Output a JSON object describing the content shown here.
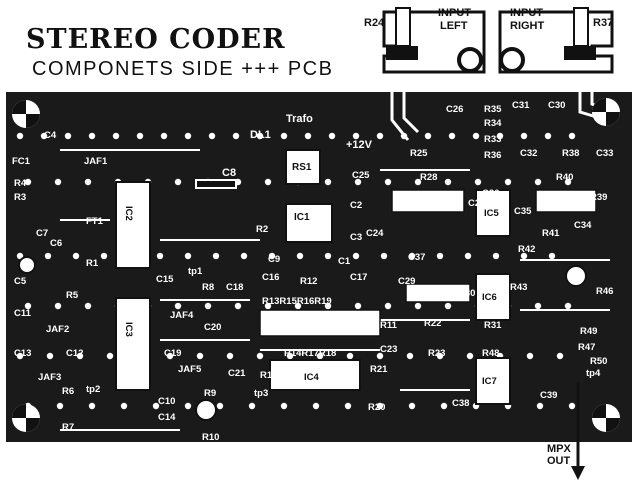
{
  "title": "STEREO CODER",
  "subtitle": "COMPONETS SIDE",
  "subtitle_marks": "+++",
  "subtitle_pcb": "PCB",
  "header": {
    "r24": "R24",
    "r37": "R37",
    "input_left": [
      "INPUT",
      "LEFT"
    ],
    "input_right": [
      "INPUT",
      "RIGHT"
    ]
  },
  "output": [
    "MPX",
    "OUT"
  ],
  "board_text": {
    "trafo": "Trafo",
    "dl1": "DL1",
    "rs1": "RS1",
    "v12": "+12V",
    "c8": "C8",
    "ic1": "IC1"
  },
  "components": [
    {
      "id": "c4",
      "text": "C4"
    },
    {
      "id": "fc1",
      "text": "FC1"
    },
    {
      "id": "jaf1",
      "text": "JAF1"
    },
    {
      "id": "r4",
      "text": "R4"
    },
    {
      "id": "r3",
      "text": "R3"
    },
    {
      "id": "ft1",
      "text": "FT1"
    },
    {
      "id": "c7",
      "text": "C7"
    },
    {
      "id": "c6",
      "text": "C6"
    },
    {
      "id": "r1",
      "text": "R1"
    },
    {
      "id": "c5",
      "text": "C5"
    },
    {
      "id": "r5",
      "text": "R5"
    },
    {
      "id": "c11",
      "text": "C11"
    },
    {
      "id": "jaf2",
      "text": "JAF2"
    },
    {
      "id": "c13",
      "text": "C13"
    },
    {
      "id": "c12",
      "text": "C12"
    },
    {
      "id": "jaf3",
      "text": "JAF3"
    },
    {
      "id": "r6",
      "text": "R6"
    },
    {
      "id": "tp2",
      "text": "tp2"
    },
    {
      "id": "r7",
      "text": "R7"
    },
    {
      "id": "c10",
      "text": "C10"
    },
    {
      "id": "c14",
      "text": "C14"
    },
    {
      "id": "ic2",
      "text": "IC2"
    },
    {
      "id": "ic3",
      "text": "IC3"
    },
    {
      "id": "tp1",
      "text": "tp1"
    },
    {
      "id": "c9",
      "text": "C9"
    },
    {
      "id": "r2",
      "text": "R2"
    },
    {
      "id": "c3",
      "text": "C3"
    },
    {
      "id": "c2",
      "text": "C2"
    },
    {
      "id": "c1",
      "text": "C1"
    },
    {
      "id": "c15",
      "text": "C15"
    },
    {
      "id": "r8",
      "text": "R8"
    },
    {
      "id": "c18",
      "text": "C18"
    },
    {
      "id": "jaf4",
      "text": "JAF4"
    },
    {
      "id": "c20",
      "text": "C20"
    },
    {
      "id": "c19",
      "text": "C19"
    },
    {
      "id": "jaf5",
      "text": "JAF5"
    },
    {
      "id": "r9",
      "text": "R9"
    },
    {
      "id": "r10",
      "text": "R10"
    },
    {
      "id": "c16",
      "text": "C16"
    },
    {
      "id": "c17",
      "text": "C17"
    },
    {
      "id": "r12",
      "text": "R12"
    },
    {
      "id": "c21",
      "text": "C21"
    },
    {
      "id": "tp3",
      "text": "tp3"
    },
    {
      "id": "r13r19",
      "text": "R13R15R16R19"
    },
    {
      "id": "r14r18",
      "text": "R14R17R18"
    },
    {
      "id": "r11",
      "text": "R11"
    },
    {
      "id": "r13",
      "text": "R13"
    },
    {
      "id": "ic4",
      "text": "IC4"
    },
    {
      "id": "r21",
      "text": "R21"
    },
    {
      "id": "r20",
      "text": "R20"
    },
    {
      "id": "c25",
      "text": "C25"
    },
    {
      "id": "c24",
      "text": "C24"
    },
    {
      "id": "c26",
      "text": "C26"
    },
    {
      "id": "r25",
      "text": "R25"
    },
    {
      "id": "r28",
      "text": "R28"
    },
    {
      "id": "c28",
      "text": "C28"
    },
    {
      "id": "c37",
      "text": "C37"
    },
    {
      "id": "c29",
      "text": "C29"
    },
    {
      "id": "c23",
      "text": "C23"
    },
    {
      "id": "r22",
      "text": "R22"
    },
    {
      "id": "r23",
      "text": "R23"
    },
    {
      "id": "r30",
      "text": "R30"
    },
    {
      "id": "r35",
      "text": "R35"
    },
    {
      "id": "r34",
      "text": "R34"
    },
    {
      "id": "r33",
      "text": "R33"
    },
    {
      "id": "r36",
      "text": "R36"
    },
    {
      "id": "c31",
      "text": "C31"
    },
    {
      "id": "c30",
      "text": "C30"
    },
    {
      "id": "c32",
      "text": "C32"
    },
    {
      "id": "r38",
      "text": "R38"
    },
    {
      "id": "c33",
      "text": "C33"
    },
    {
      "id": "c36",
      "text": "C36"
    },
    {
      "id": "ic5",
      "text": "IC5"
    },
    {
      "id": "c35",
      "text": "C35"
    },
    {
      "id": "r40",
      "text": "R40"
    },
    {
      "id": "r39",
      "text": "R39"
    },
    {
      "id": "r41",
      "text": "R41"
    },
    {
      "id": "c34",
      "text": "C34"
    },
    {
      "id": "r42",
      "text": "R42"
    },
    {
      "id": "r43",
      "text": "R43"
    },
    {
      "id": "r46",
      "text": "R46"
    },
    {
      "id": "ic6",
      "text": "IC6"
    },
    {
      "id": "r31",
      "text": "R31"
    },
    {
      "id": "r48",
      "text": "R48"
    },
    {
      "id": "r49",
      "text": "R49"
    },
    {
      "id": "r47",
      "text": "R47"
    },
    {
      "id": "r50",
      "text": "R50"
    },
    {
      "id": "tp4",
      "text": "tp4"
    },
    {
      "id": "ic7",
      "text": "IC7"
    },
    {
      "id": "c38",
      "text": "C38"
    },
    {
      "id": "c39",
      "text": "C39"
    }
  ]
}
